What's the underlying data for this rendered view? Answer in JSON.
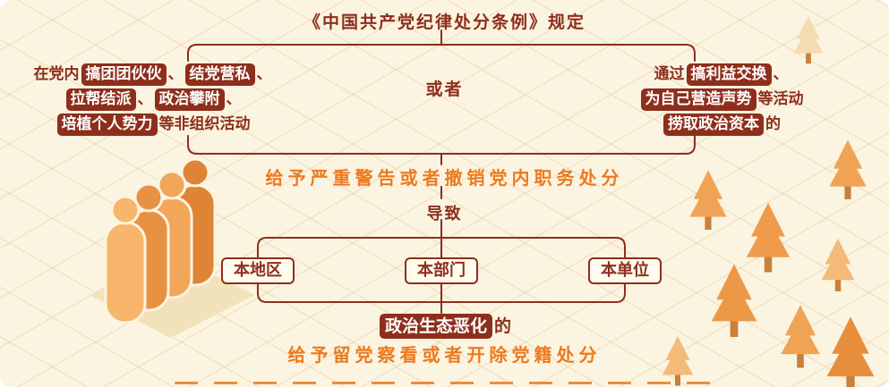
{
  "title": "《中国共产党纪律处分条例》规定",
  "connector": {
    "or": "或者",
    "leads_to": "导致"
  },
  "left_branch": {
    "line1": {
      "pre": "在党内",
      "tag1": "搞团团伙伙",
      "sep1": "、",
      "tag2": "结党营私",
      "sep2": "、"
    },
    "line2": {
      "tag1": "拉帮结派",
      "sep1": "、",
      "tag2": "政治攀附",
      "sep2": "、"
    },
    "line3": {
      "tag1": "培植个人势力",
      "post": "等非组织活动"
    }
  },
  "right_branch": {
    "line1": {
      "pre": "通过",
      "tag1": "搞利益交换",
      "sep1": "、"
    },
    "line2": {
      "tag1": "为自己营造声势",
      "post": "等活动"
    },
    "line3": {
      "tag1": "捞取政治资本",
      "post": "的"
    }
  },
  "penalty_1": "给予严重警告或者撤销党内职务处分",
  "scopes": [
    {
      "label": "本地区"
    },
    {
      "label": "本部门"
    },
    {
      "label": "本单位"
    }
  ],
  "result": {
    "tag": "政治生态恶化",
    "post": "的"
  },
  "penalty_2": "给予留党察看或者开除党籍处分",
  "colors": {
    "dark_red": "#8E2E1C",
    "orange": "#ED7A1F",
    "background": "#FBF4E1",
    "tree_orange": "#F0A355"
  }
}
